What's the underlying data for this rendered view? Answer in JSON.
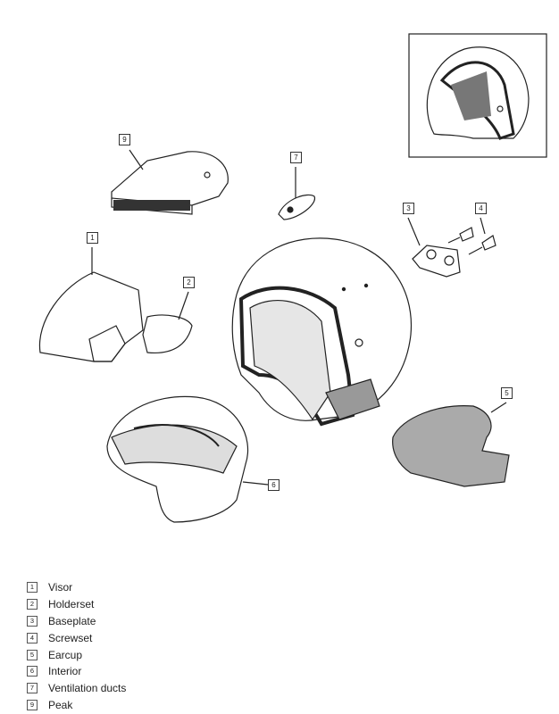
{
  "callouts": {
    "c1": "1",
    "c2": "2",
    "c3": "3",
    "c4": "4",
    "c5": "5",
    "c6": "6",
    "c7": "7",
    "c9": "9"
  },
  "legend": [
    {
      "num": "1",
      "label": "Visor"
    },
    {
      "num": "2",
      "label": "Holderset"
    },
    {
      "num": "3",
      "label": "Baseplate"
    },
    {
      "num": "4",
      "label": "Screwset"
    },
    {
      "num": "5",
      "label": "Earcup"
    },
    {
      "num": "6",
      "label": "Interior"
    },
    {
      "num": "7",
      "label": "Ventilation ducts"
    },
    {
      "num": "9",
      "label": "Peak"
    }
  ]
}
